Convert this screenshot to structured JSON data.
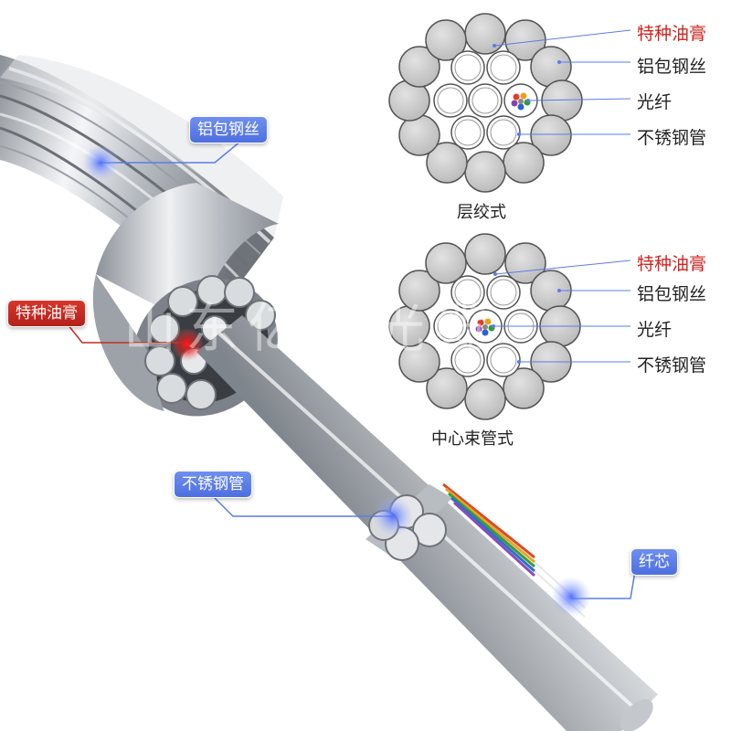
{
  "photo": {
    "callouts": {
      "aluminum_wire": "铝包钢丝",
      "grease": "特种油膏",
      "steel_tube": "不锈钢管",
      "fiber_core": "纤芯"
    },
    "watermark": "山东亿博光缆"
  },
  "diagram_top": {
    "caption": "层绞式",
    "labels": [
      "特种油膏",
      "铝包钢丝",
      "光纤",
      "不锈钢管"
    ]
  },
  "diagram_bottom": {
    "caption": "中心束管式",
    "labels": [
      "特种油膏",
      "铝包钢丝",
      "光纤",
      "不锈钢管"
    ]
  },
  "colors": {
    "callout_blue": "#5b7ce8",
    "callout_red": "#c42a20",
    "label_red": "#d0231e",
    "wire_gray": "#cfcfcf"
  }
}
